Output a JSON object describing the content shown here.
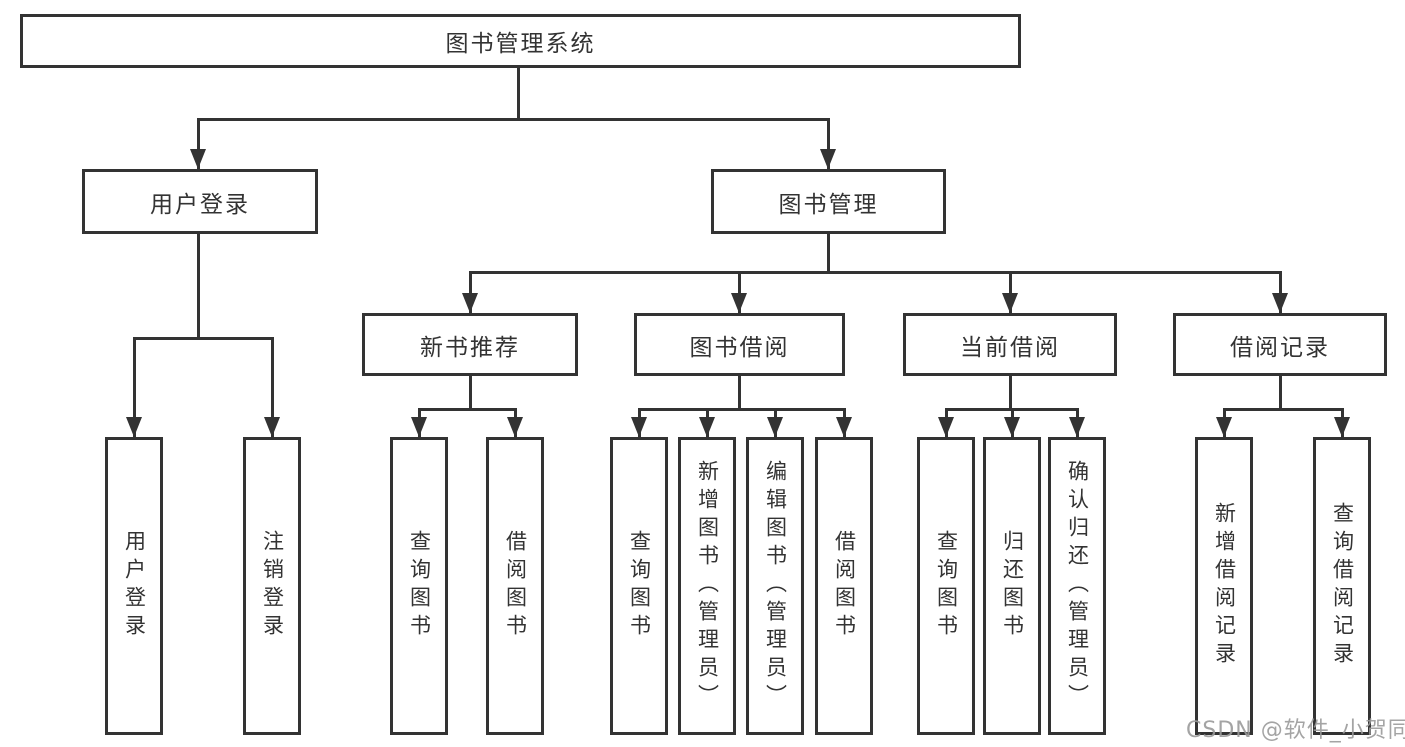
{
  "diagram": {
    "title_node": {
      "label": "图书管理系统"
    },
    "level2": {
      "user_login": {
        "label": "用户登录"
      },
      "book_mgmt": {
        "label": "图书管理"
      }
    },
    "level3": {
      "new_book_recommend": {
        "label": "新书推荐"
      },
      "book_borrow": {
        "label": "图书借阅"
      },
      "current_borrow": {
        "label": "当前借阅"
      },
      "borrow_records": {
        "label": "借阅记录"
      }
    },
    "leaves": {
      "ul_login": {
        "label": "用户登录"
      },
      "ul_logout": {
        "label": "注销登录"
      },
      "nb_query": {
        "label": "查询图书"
      },
      "nb_borrow": {
        "label": "借阅图书"
      },
      "bb_query": {
        "label": "查询图书"
      },
      "bb_add": {
        "label": "新增图书（管理员）"
      },
      "bb_edit": {
        "label": "编辑图书（管理员）"
      },
      "bb_borrow": {
        "label": "借阅图书"
      },
      "cb_query": {
        "label": "查询图书"
      },
      "cb_return": {
        "label": "归还图书"
      },
      "cb_confirm": {
        "label": "确认归还（管理员）"
      },
      "br_add": {
        "label": "新增借阅记录"
      },
      "br_query": {
        "label": "查询借阅记录"
      }
    },
    "watermark": "CSDN @软件_小贺同学",
    "colors": {
      "line": "#333333",
      "box_background": "#ffffff",
      "watermark": "#9b9b9b"
    }
  }
}
